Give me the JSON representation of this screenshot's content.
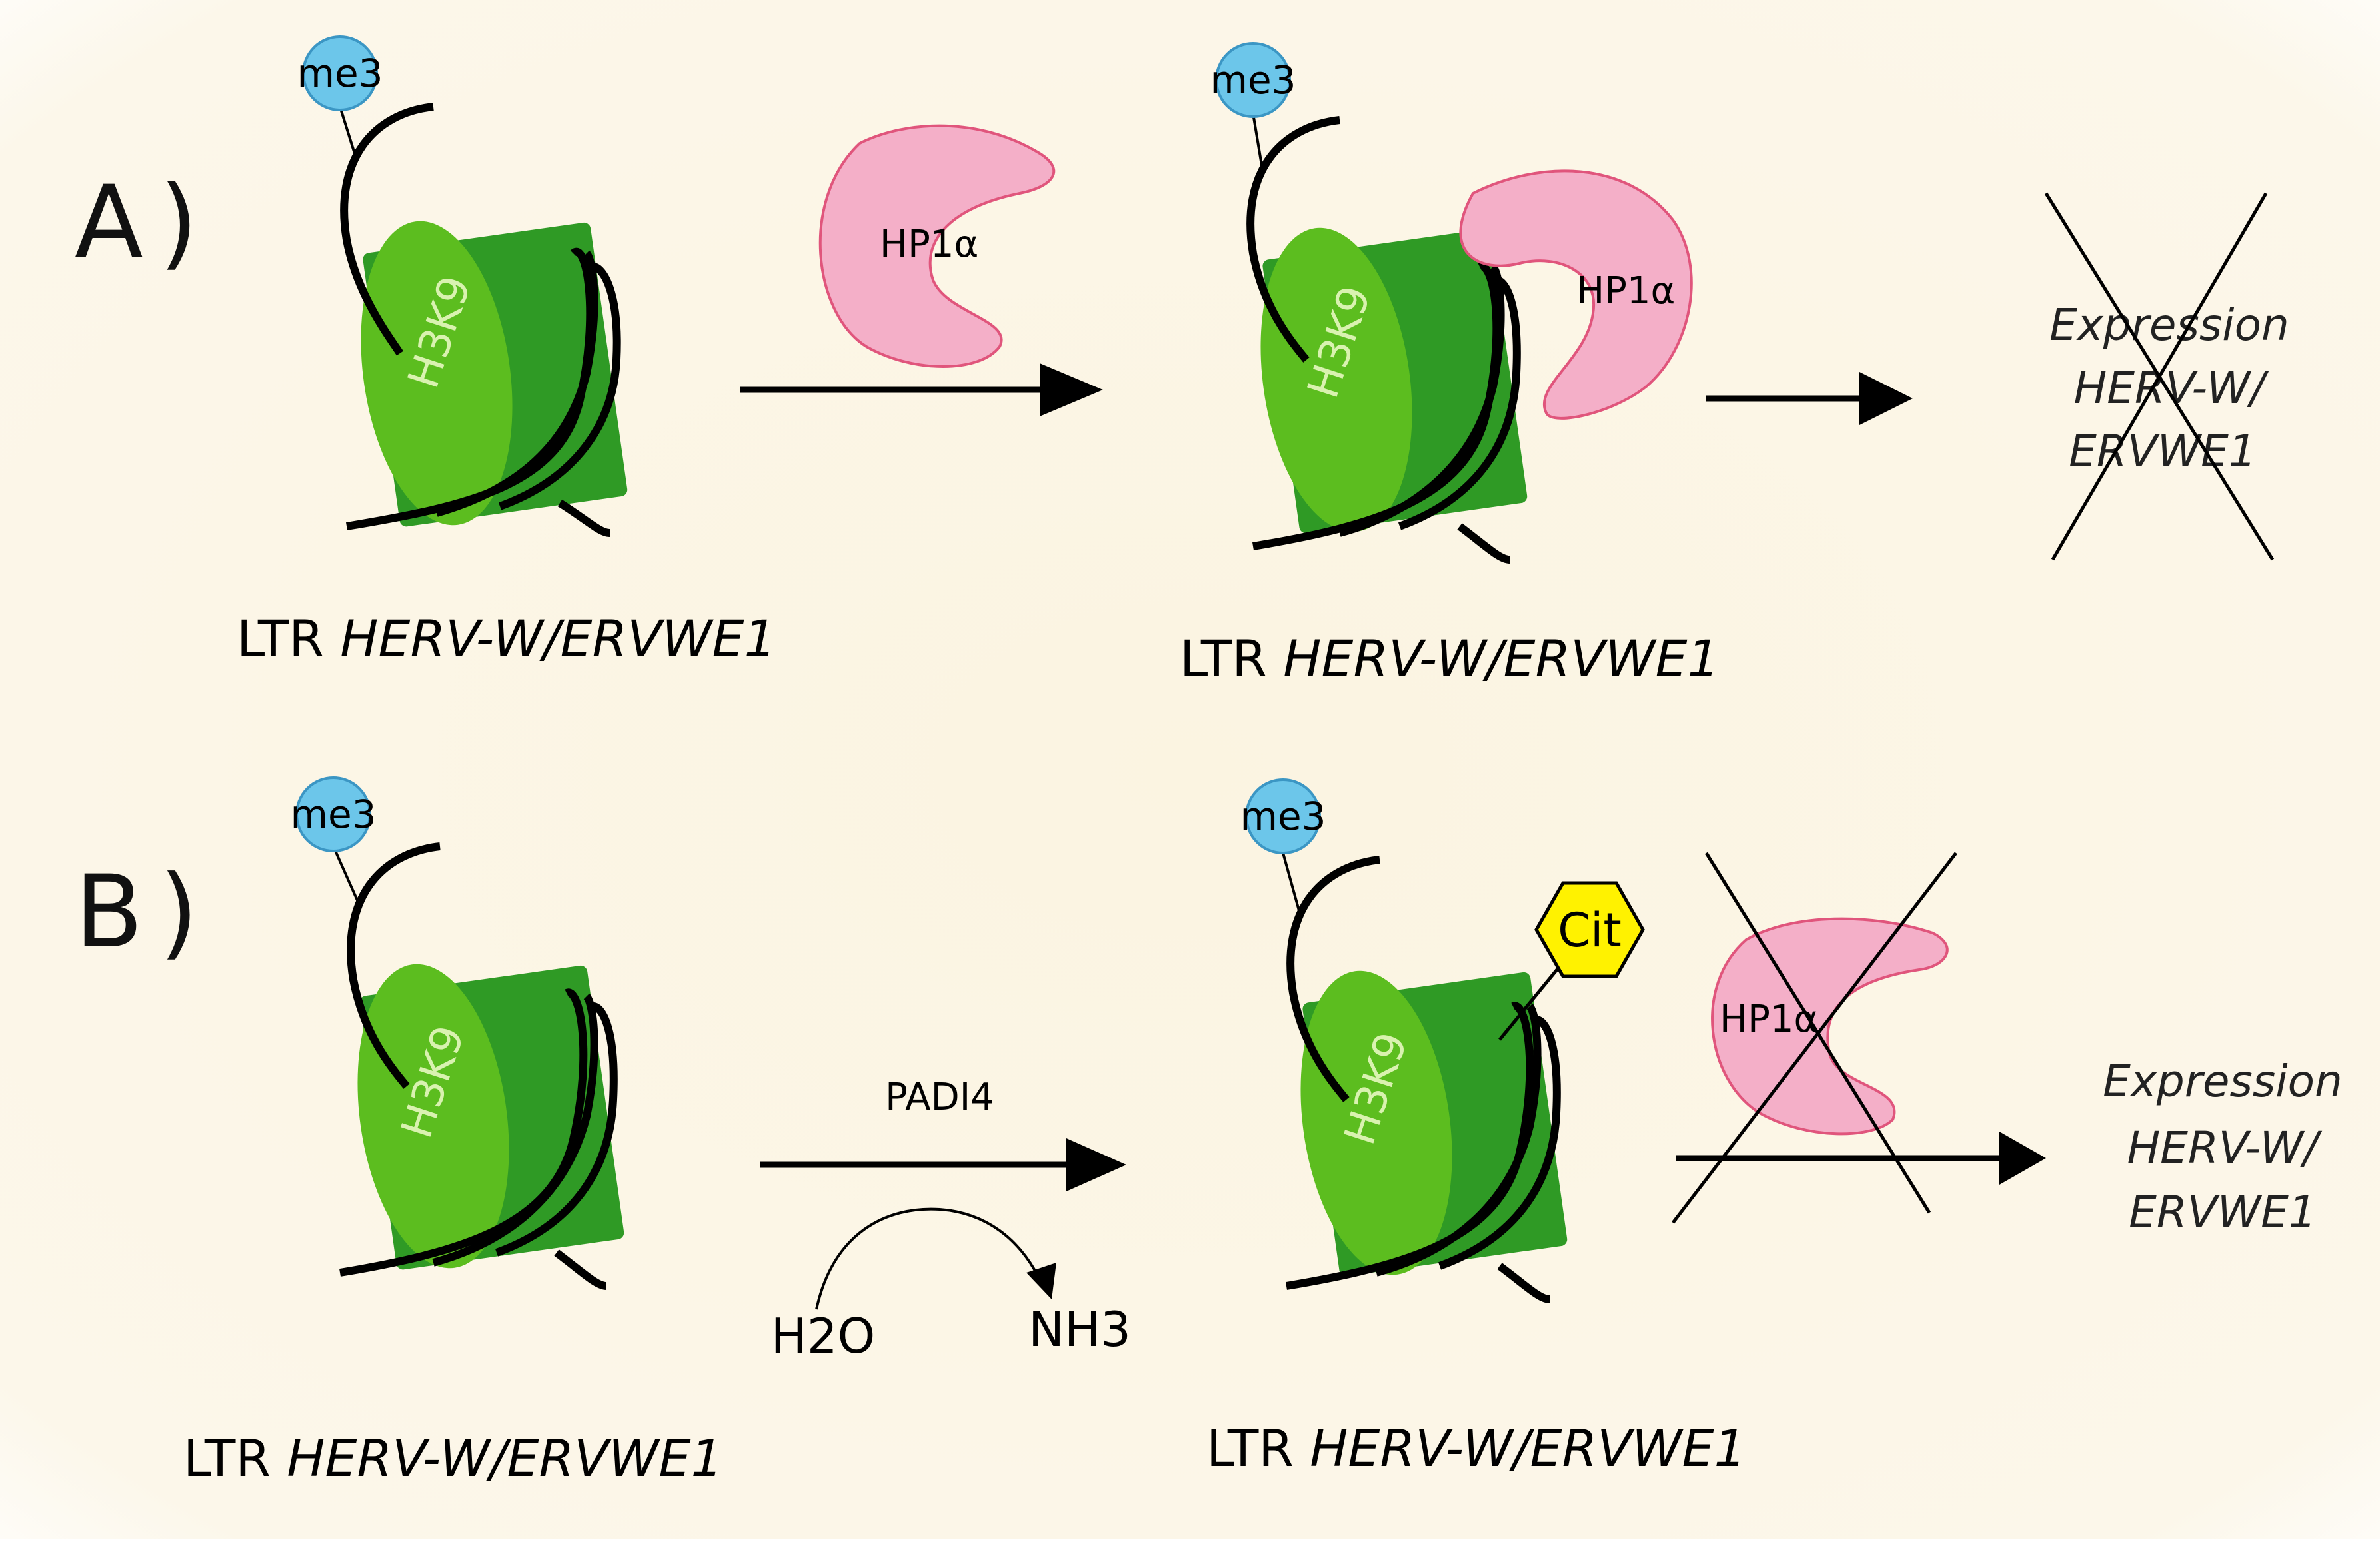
{
  "panel_a": {
    "label": "A)",
    "before": {
      "mark": "me3",
      "histone": "H3K9",
      "ltr_prefix": "LTR",
      "ltr_gene": "HERV-W/ERVWE1"
    },
    "binder": "HP1α",
    "after": {
      "mark": "me3",
      "histone": "H3K9",
      "binder": "HP1α",
      "ltr_prefix": "LTR",
      "ltr_gene": "HERV-W/ERVWE1"
    },
    "outcome": {
      "line1": "Expression",
      "line2": "HERV-W/",
      "line3": "ERVWE1",
      "crossed_out": true
    }
  },
  "panel_b": {
    "label": "B)",
    "before": {
      "mark": "me3",
      "histone": "H3K9",
      "ltr_prefix": "LTR",
      "ltr_gene": "HERV-W/ERVWE1"
    },
    "enzyme": "PADI4",
    "substrate": "H2O",
    "product": "NH3",
    "after": {
      "mark": "me3",
      "histone": "H3K9",
      "modification": "Cit",
      "ltr_prefix": "LTR",
      "ltr_gene": "HERV-W/ERVWE1"
    },
    "blocked_binder": "HP1α",
    "outcome": {
      "line1": "Expression",
      "line2": "HERV-W/",
      "line3": "ERVWE1",
      "crossed_out": false
    }
  },
  "colors": {
    "background": "#fbf5e6",
    "nucleosome_top": "#5cbd1f",
    "nucleosome_side": "#2f9a25",
    "methyl_mark": "#6cc6ea",
    "hp1": "#f4afc8",
    "hp1_edge": "#e0557c",
    "citrulline": "#fff200"
  }
}
